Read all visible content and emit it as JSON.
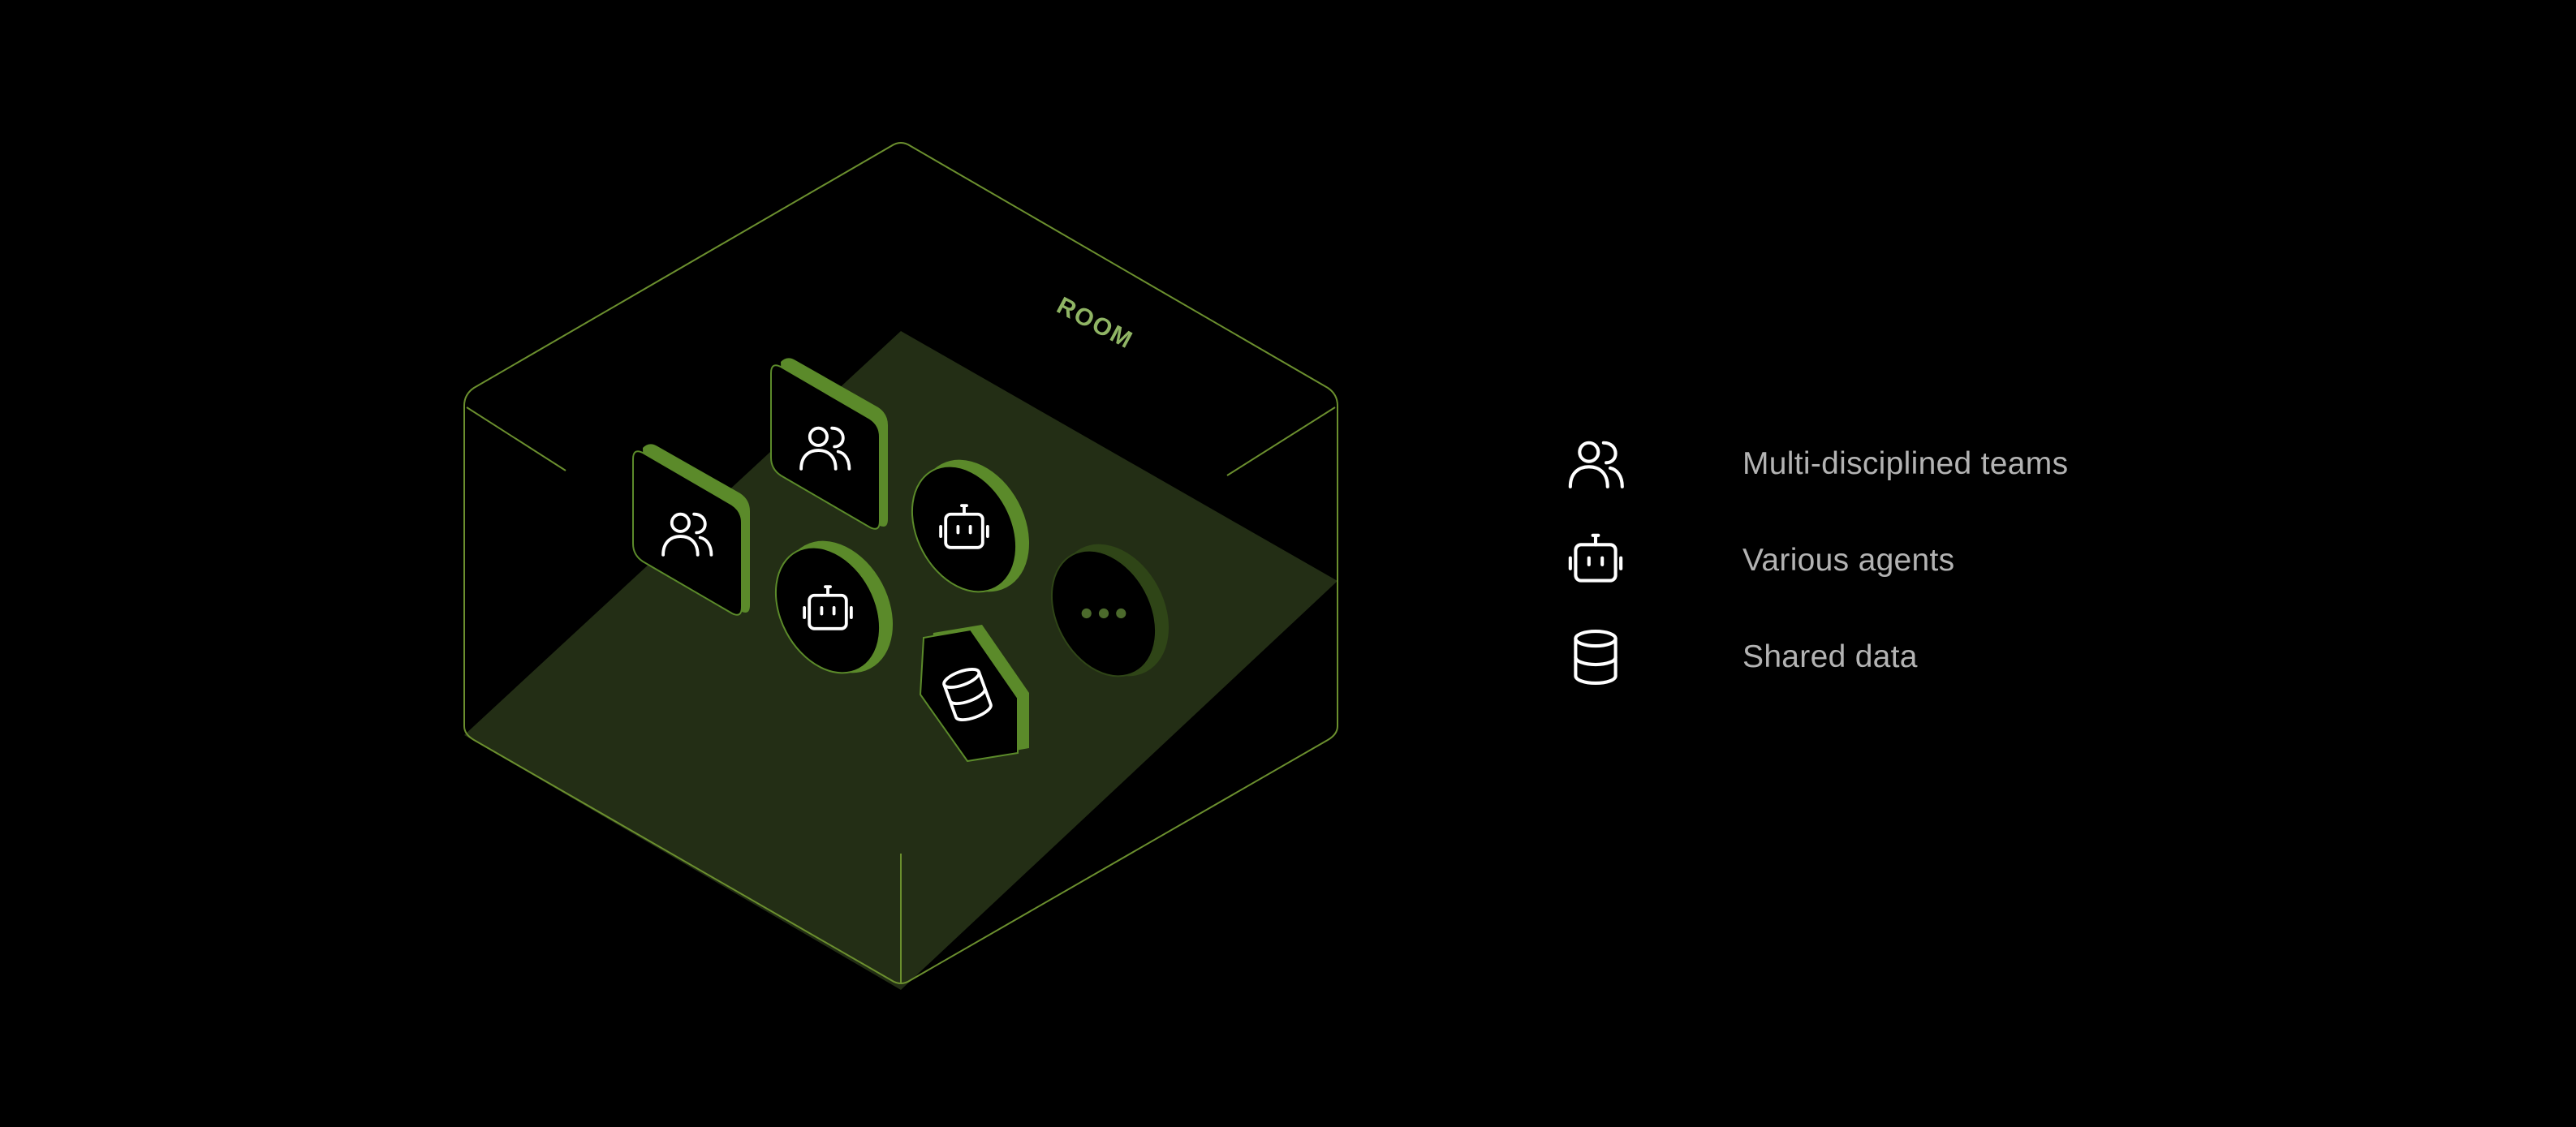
{
  "diagram": {
    "room_label": "ROOM",
    "colors": {
      "background": "#000000",
      "edge": "#6b8f2e",
      "floor": "#232e15",
      "token_side": "#5b8a2a",
      "token_side_muted": "#2f4517",
      "room_label": "#8fb464",
      "icon_stroke": "#ffffff",
      "legend_text": "#b3b3b3"
    },
    "tokens": [
      {
        "id": "team-token-left",
        "shape": "rounded-square",
        "icon": "team-icon"
      },
      {
        "id": "team-token-back",
        "shape": "rounded-square",
        "icon": "team-icon"
      },
      {
        "id": "agent-token-back",
        "shape": "circle",
        "icon": "robot-icon"
      },
      {
        "id": "agent-token-front",
        "shape": "circle",
        "icon": "robot-icon"
      },
      {
        "id": "data-token",
        "shape": "hexagon",
        "icon": "database-icon"
      },
      {
        "id": "more-token",
        "shape": "circle",
        "icon": "more-dots-icon"
      }
    ]
  },
  "legend": {
    "items": [
      {
        "icon": "team-icon",
        "label": "Multi-disciplined teams"
      },
      {
        "icon": "robot-icon",
        "label": "Various agents"
      },
      {
        "icon": "database-icon",
        "label": "Shared data"
      }
    ]
  }
}
